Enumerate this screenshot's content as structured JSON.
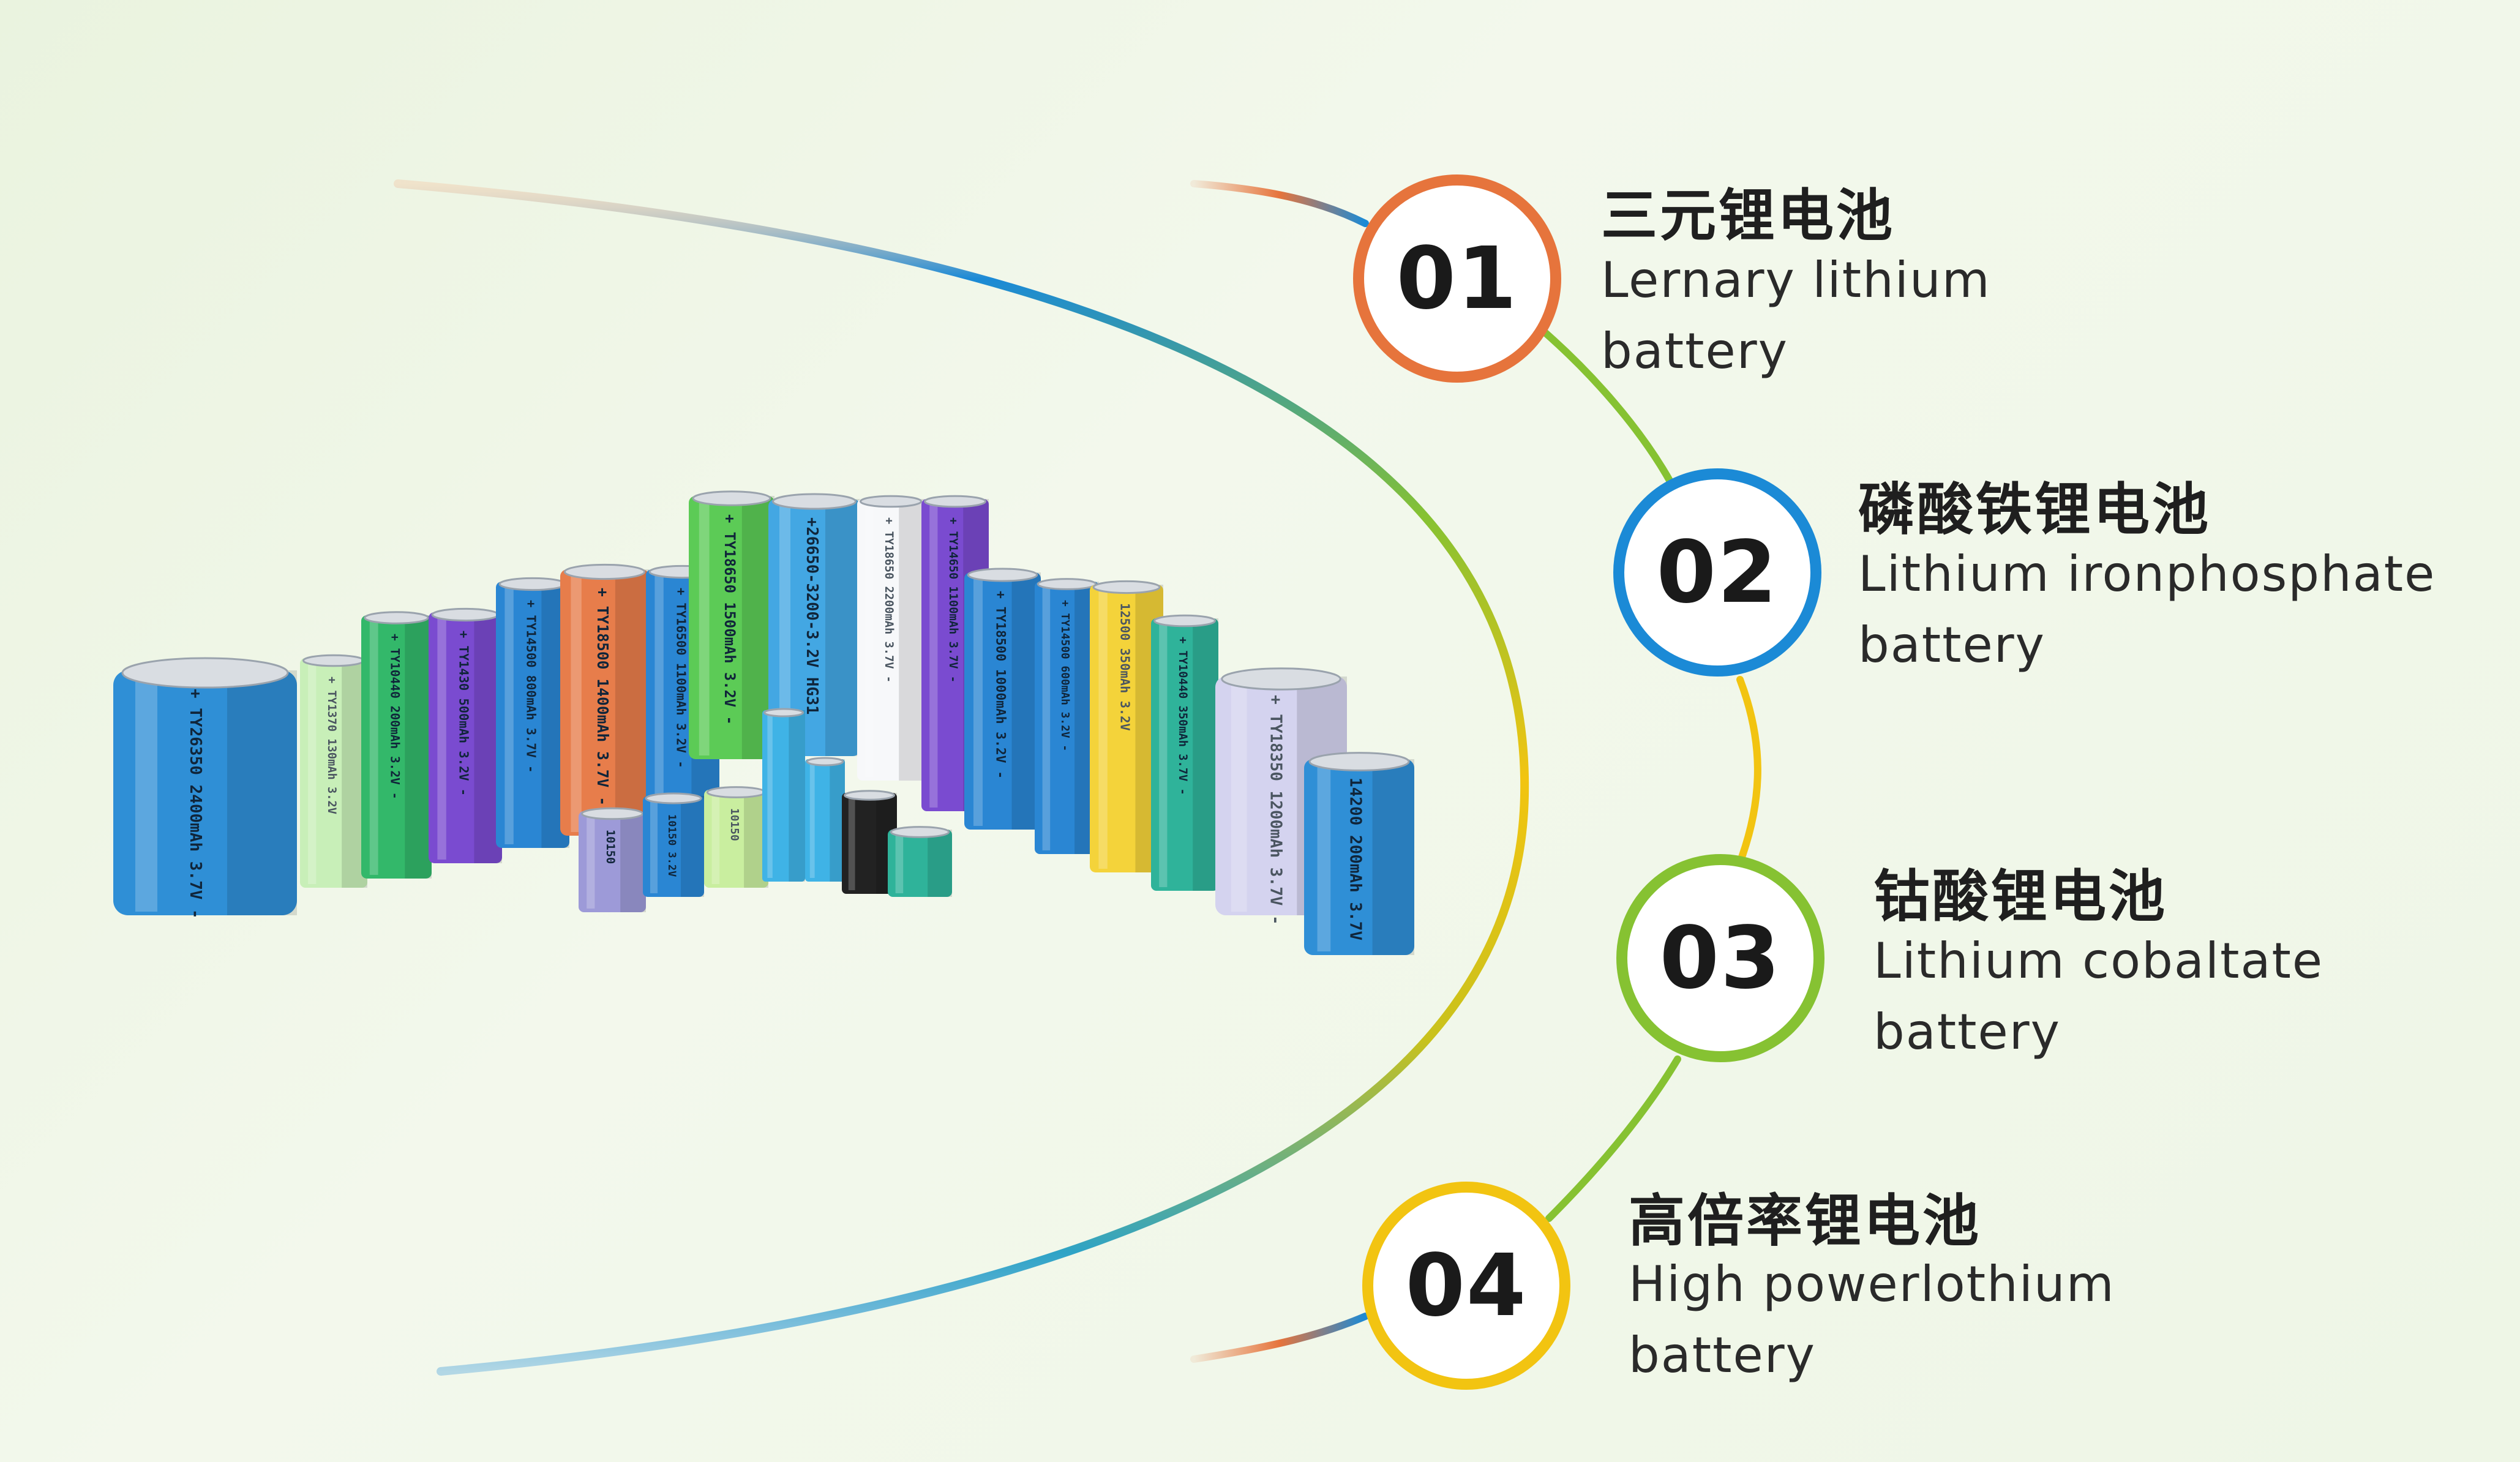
{
  "colors": {
    "orange": "#e6743c",
    "blue": "#1b8ad6",
    "green": "#86c232",
    "yellow": "#f2c411",
    "text": "#1f1f1f"
  },
  "items": [
    {
      "number": "01",
      "title_cn": "三元锂电池",
      "title_en_line1": "Lernary lithium",
      "title_en_line2": "battery"
    },
    {
      "number": "02",
      "title_cn": "磷酸铁锂电池",
      "title_en_line1": "Lithium ironphosphate",
      "title_en_line2": "battery"
    },
    {
      "number": "03",
      "title_cn": "钴酸锂电池",
      "title_en_line1": "Lithium cobaltate",
      "title_en_line2": "battery"
    },
    {
      "number": "04",
      "title_cn": "高倍率锂电池",
      "title_en_line1": "High powerlothium",
      "title_en_line2": "battery"
    }
  ],
  "batteries": [
    {
      "label": "+ TY26350 2400mAh 3.7V -",
      "color": "#2f8fd6"
    },
    {
      "label": "+ TY1370 130mAh 3.2V",
      "color": "#c8efb8"
    },
    {
      "label": "+ TY10440 200mAh 3.2V -",
      "color": "#33b86a"
    },
    {
      "label": "+ TY1430 500mAh 3.2V -",
      "color": "#7a4bd0"
    },
    {
      "label": "+ TY14500 800mAh 3.7V -",
      "color": "#2a86d3"
    },
    {
      "label": "+ TY18500 1400mAh 3.7V -",
      "color": "#e77d4b"
    },
    {
      "label": "+ TY16500 1100mAh 3.2V -",
      "color": "#2a86d3"
    },
    {
      "label": "+ TY18650 1500mAh 3.2V -",
      "color": "#5ccb56"
    },
    {
      "label": "+26650-3200-3.2V HG31",
      "color": "#43a7e3"
    },
    {
      "label": "+ TY18650 2200mAh 3.7V -",
      "color": "#f7f8fa"
    },
    {
      "label": "+ TY14650 1100mAh 3.7V -",
      "color": "#7a4bd0"
    },
    {
      "label": "+ TY18500 1000mAh 3.2V -",
      "color": "#2a86d3"
    },
    {
      "label": "+ TY14500 600mAh 3.2V -",
      "color": "#2a86d3"
    },
    {
      "label": "12500 350mAh 3.2V",
      "color": "#f4d33a"
    },
    {
      "label": "+ TY10440 350mAh 3.7V -",
      "color": "#2fb39a"
    },
    {
      "label": "+ TY18350 1200mAh 3.7V -",
      "color": "#d4d3ef"
    },
    {
      "label": "14200 200mAh 3.7V",
      "color": "#2f8fd6"
    },
    {
      "label": "10150",
      "color": "#9d9ad8"
    },
    {
      "label": "10150 3.2V",
      "color": "#2a86d3"
    },
    {
      "label": "10150",
      "color": "#c9ee9f"
    },
    {
      "label": "",
      "color": "#3fb3e6"
    },
    {
      "label": "",
      "color": "#3fb3e6"
    },
    {
      "label": "",
      "color": "#222222"
    },
    {
      "label": "",
      "color": "#2fb39a"
    }
  ]
}
